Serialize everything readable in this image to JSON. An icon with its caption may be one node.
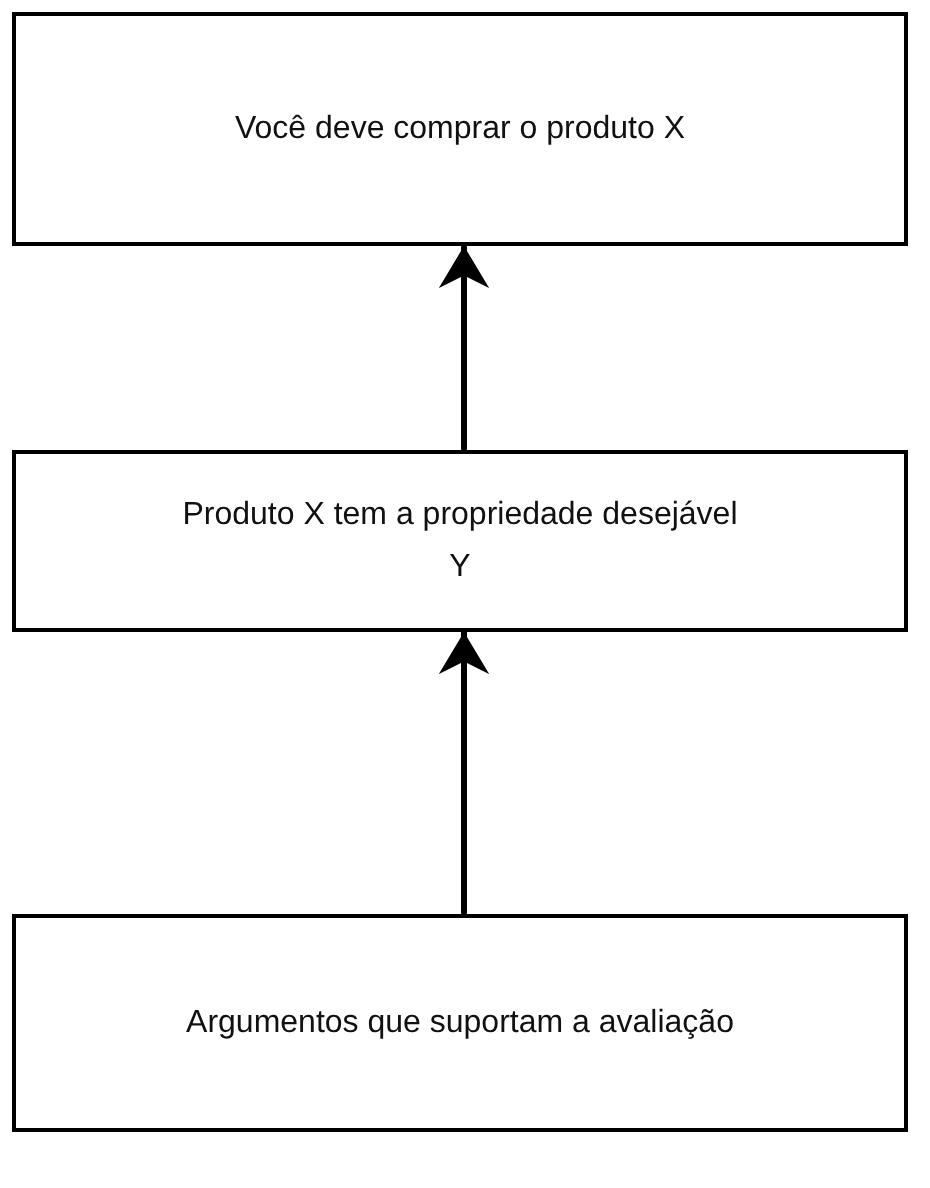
{
  "diagram": {
    "nodes": [
      {
        "text": [
          "Você deve comprar o produto X"
        ]
      },
      {
        "text": [
          "Produto X tem a propriedade desejável Y"
        ]
      },
      {
        "text": [
          "Argumentos que suportam a avaliação"
        ]
      }
    ],
    "edges": [
      {
        "from": 1,
        "to": 0,
        "arrow": "to"
      },
      {
        "from": 2,
        "to": 1,
        "arrow": "to"
      }
    ]
  }
}
